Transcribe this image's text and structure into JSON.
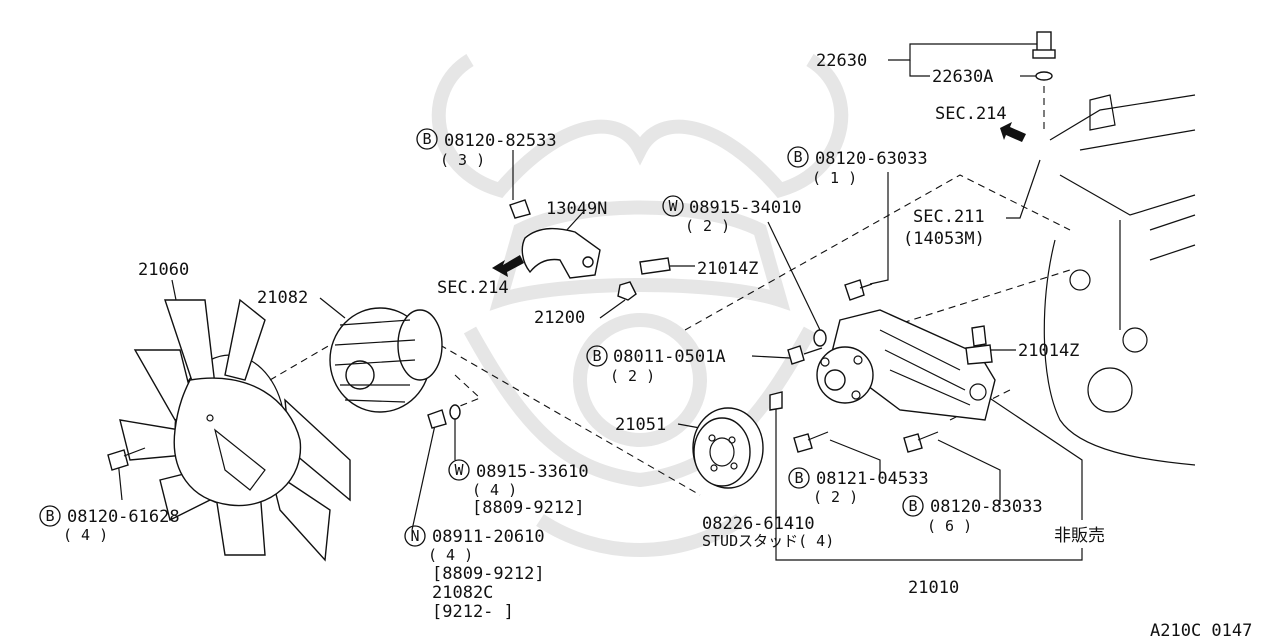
{
  "labels": {
    "p22630": "22630",
    "p22630A": "22630A",
    "sec214_top": "SEC.214",
    "sec211": "SEC.211",
    "p14053M": "(14053M)",
    "b08120_82533": "08120-82533",
    "q3a": "( 3 )",
    "p13049N": "13049N",
    "sec214_left": "SEC.214",
    "p21014Z_a": "21014Z",
    "p21200": "21200",
    "w08915_34010": "08915-34010",
    "q2a": "( 2 )",
    "b08120_63033": "08120-63033",
    "q1a": "( 1 )",
    "p21060": "21060",
    "p21082": "21082",
    "b08011_0501A": "08011-0501A",
    "q2b": "( 2 )",
    "p21014Z_b": "21014Z",
    "p21051": "21051",
    "w08915_33610": "08915-33610",
    "q4a": "( 4 )",
    "range_a": "[8809-9212]",
    "b08121_04533": "08121-04533",
    "q2c": "( 2 )",
    "b08120_83033": "08120-83033",
    "q6": "( 6 )",
    "b08120_61628": "08120-61628",
    "q4b": "( 4 )",
    "n08911_20610": "08911-20610",
    "q4c": "( 4 )",
    "range_b": "[8809-9212]",
    "p21082C": "21082C",
    "range_c": "[9212-    ]",
    "p08226_61410": "08226-61410",
    "stud": "STUDスタッド( 4)",
    "hihanbai": "非販売",
    "p21010": "21010",
    "code": "A210C 0147"
  },
  "badges": {
    "B": "B",
    "W": "W",
    "N": "N"
  }
}
